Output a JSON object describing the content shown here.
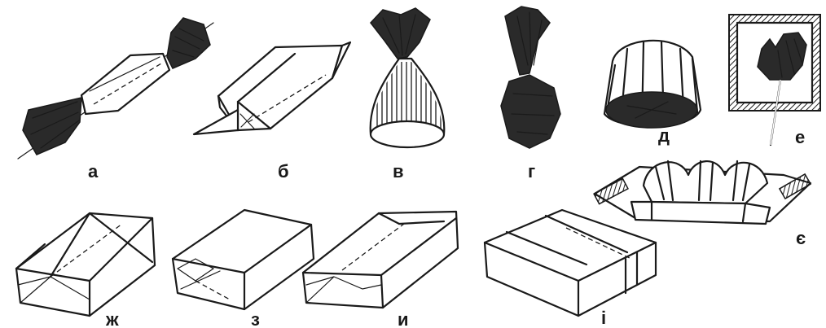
{
  "labels": {
    "a": "а",
    "b": "б",
    "v": "в",
    "g": "г",
    "d": "д",
    "e": "е",
    "ye": "є",
    "zh": "ж",
    "z": "з",
    "y": "и",
    "i": "і"
  }
}
